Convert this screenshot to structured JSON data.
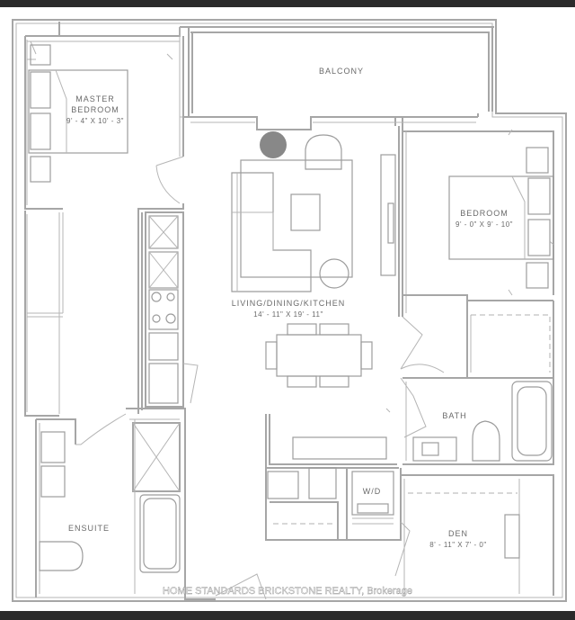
{
  "rooms": {
    "balcony": {
      "name": "BALCONY"
    },
    "master_bedroom": {
      "name_line1": "MASTER",
      "name_line2": "BEDROOM",
      "dims": "9' - 4\" X 10' - 3\""
    },
    "bedroom": {
      "name": "BEDROOM",
      "dims": "9' - 0\" X 9' - 10\""
    },
    "living": {
      "name": "LIVING/DINING/KITCHEN",
      "dims": "14' - 11\" X 19' - 11\""
    },
    "bath": {
      "name": "BATH"
    },
    "wd": {
      "name": "W/D"
    },
    "ensuite": {
      "name": "ENSUITE"
    },
    "den": {
      "name": "DEN",
      "dims": "8' - 11\" X 7' - 0\""
    }
  },
  "watermark": "HOME STANDARDS BRICKSTONE REALTY, Brokerage",
  "colors": {
    "wall": "#a6a6a6",
    "text": "#6a6a6a",
    "fill_round": "#888888",
    "background": "#ffffff"
  }
}
